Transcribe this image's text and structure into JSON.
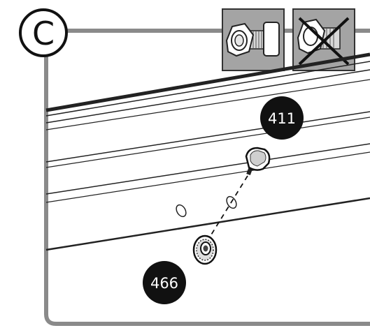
{
  "step": {
    "label": "C"
  },
  "parts": [
    {
      "number": "411",
      "name": "bolt"
    },
    {
      "number": "466",
      "name": "flange-nut"
    }
  ],
  "icons": {
    "correct_icon": "bolt-with-nut-icon",
    "incorrect_icon": "nut-crossed-out-icon"
  },
  "colors": {
    "frame": "#8a8a8a",
    "callout": "#111111",
    "icon_box": "#a4a4a4",
    "rail": "#222222"
  }
}
